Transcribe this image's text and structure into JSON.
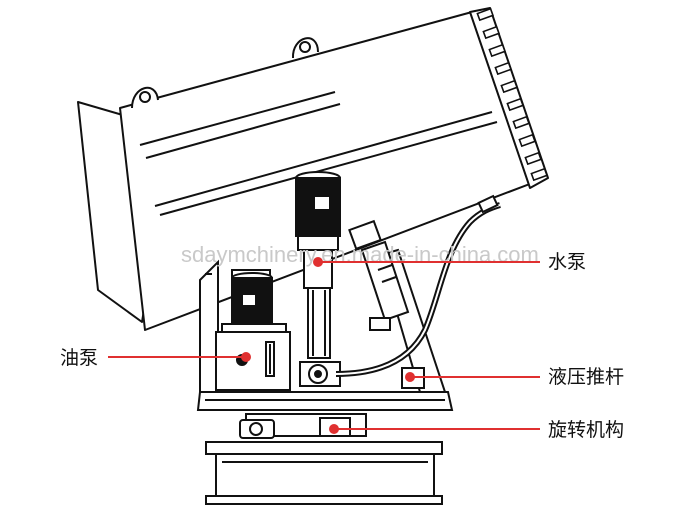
{
  "watermark": "sdaymchinery.en.made-in-china.com",
  "labels": {
    "water_pump": "水泵",
    "oil_pump": "油泵",
    "hydraulic_push_rod": "液压推杆",
    "rotation_mechanism": "旋转机构"
  },
  "colors": {
    "leader_line": "#e03030",
    "leader_dot": "#e03030",
    "outline": "#111111",
    "motor_fill": "#111111",
    "background": "#ffffff"
  },
  "icons": {
    "water_pump_motor": "motor-icon",
    "oil_pump_motor": "motor-icon",
    "flange": "flange-icon"
  }
}
